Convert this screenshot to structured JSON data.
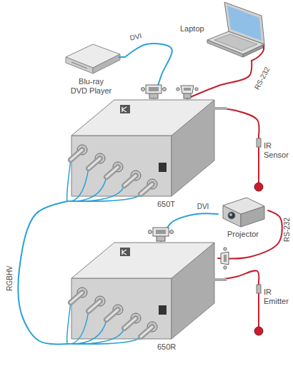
{
  "diagram": {
    "nodes": [
      {
        "text": [
          "Laptop"
        ]
      },
      {
        "text": [
          "Blu-ray DVD Player"
        ]
      },
      {
        "text": [
          "650T"
        ]
      },
      {
        "text": [
          "IR Sensor"
        ]
      },
      {
        "text": [
          "Projector"
        ]
      },
      {
        "text": [
          "650R"
        ]
      },
      {
        "text": [
          "IR Emitter"
        ]
      }
    ],
    "edges": [
      {
        "from": 1,
        "to": 2,
        "label": "DVI",
        "arrow": "none"
      },
      {
        "from": 0,
        "to": 2,
        "label": "RS-232",
        "arrow": "none"
      },
      {
        "from": 3,
        "to": 2,
        "arrow": "none"
      },
      {
        "from": 2,
        "to": 5,
        "label": "RGBHV",
        "arrow": "none"
      },
      {
        "from": 4,
        "to": 5,
        "label": "DVI",
        "arrow": "none"
      },
      {
        "from": 4,
        "to": 5,
        "label": "RS-232",
        "arrow": "none"
      },
      {
        "from": 6,
        "to": 5,
        "arrow": "none"
      }
    ]
  }
}
